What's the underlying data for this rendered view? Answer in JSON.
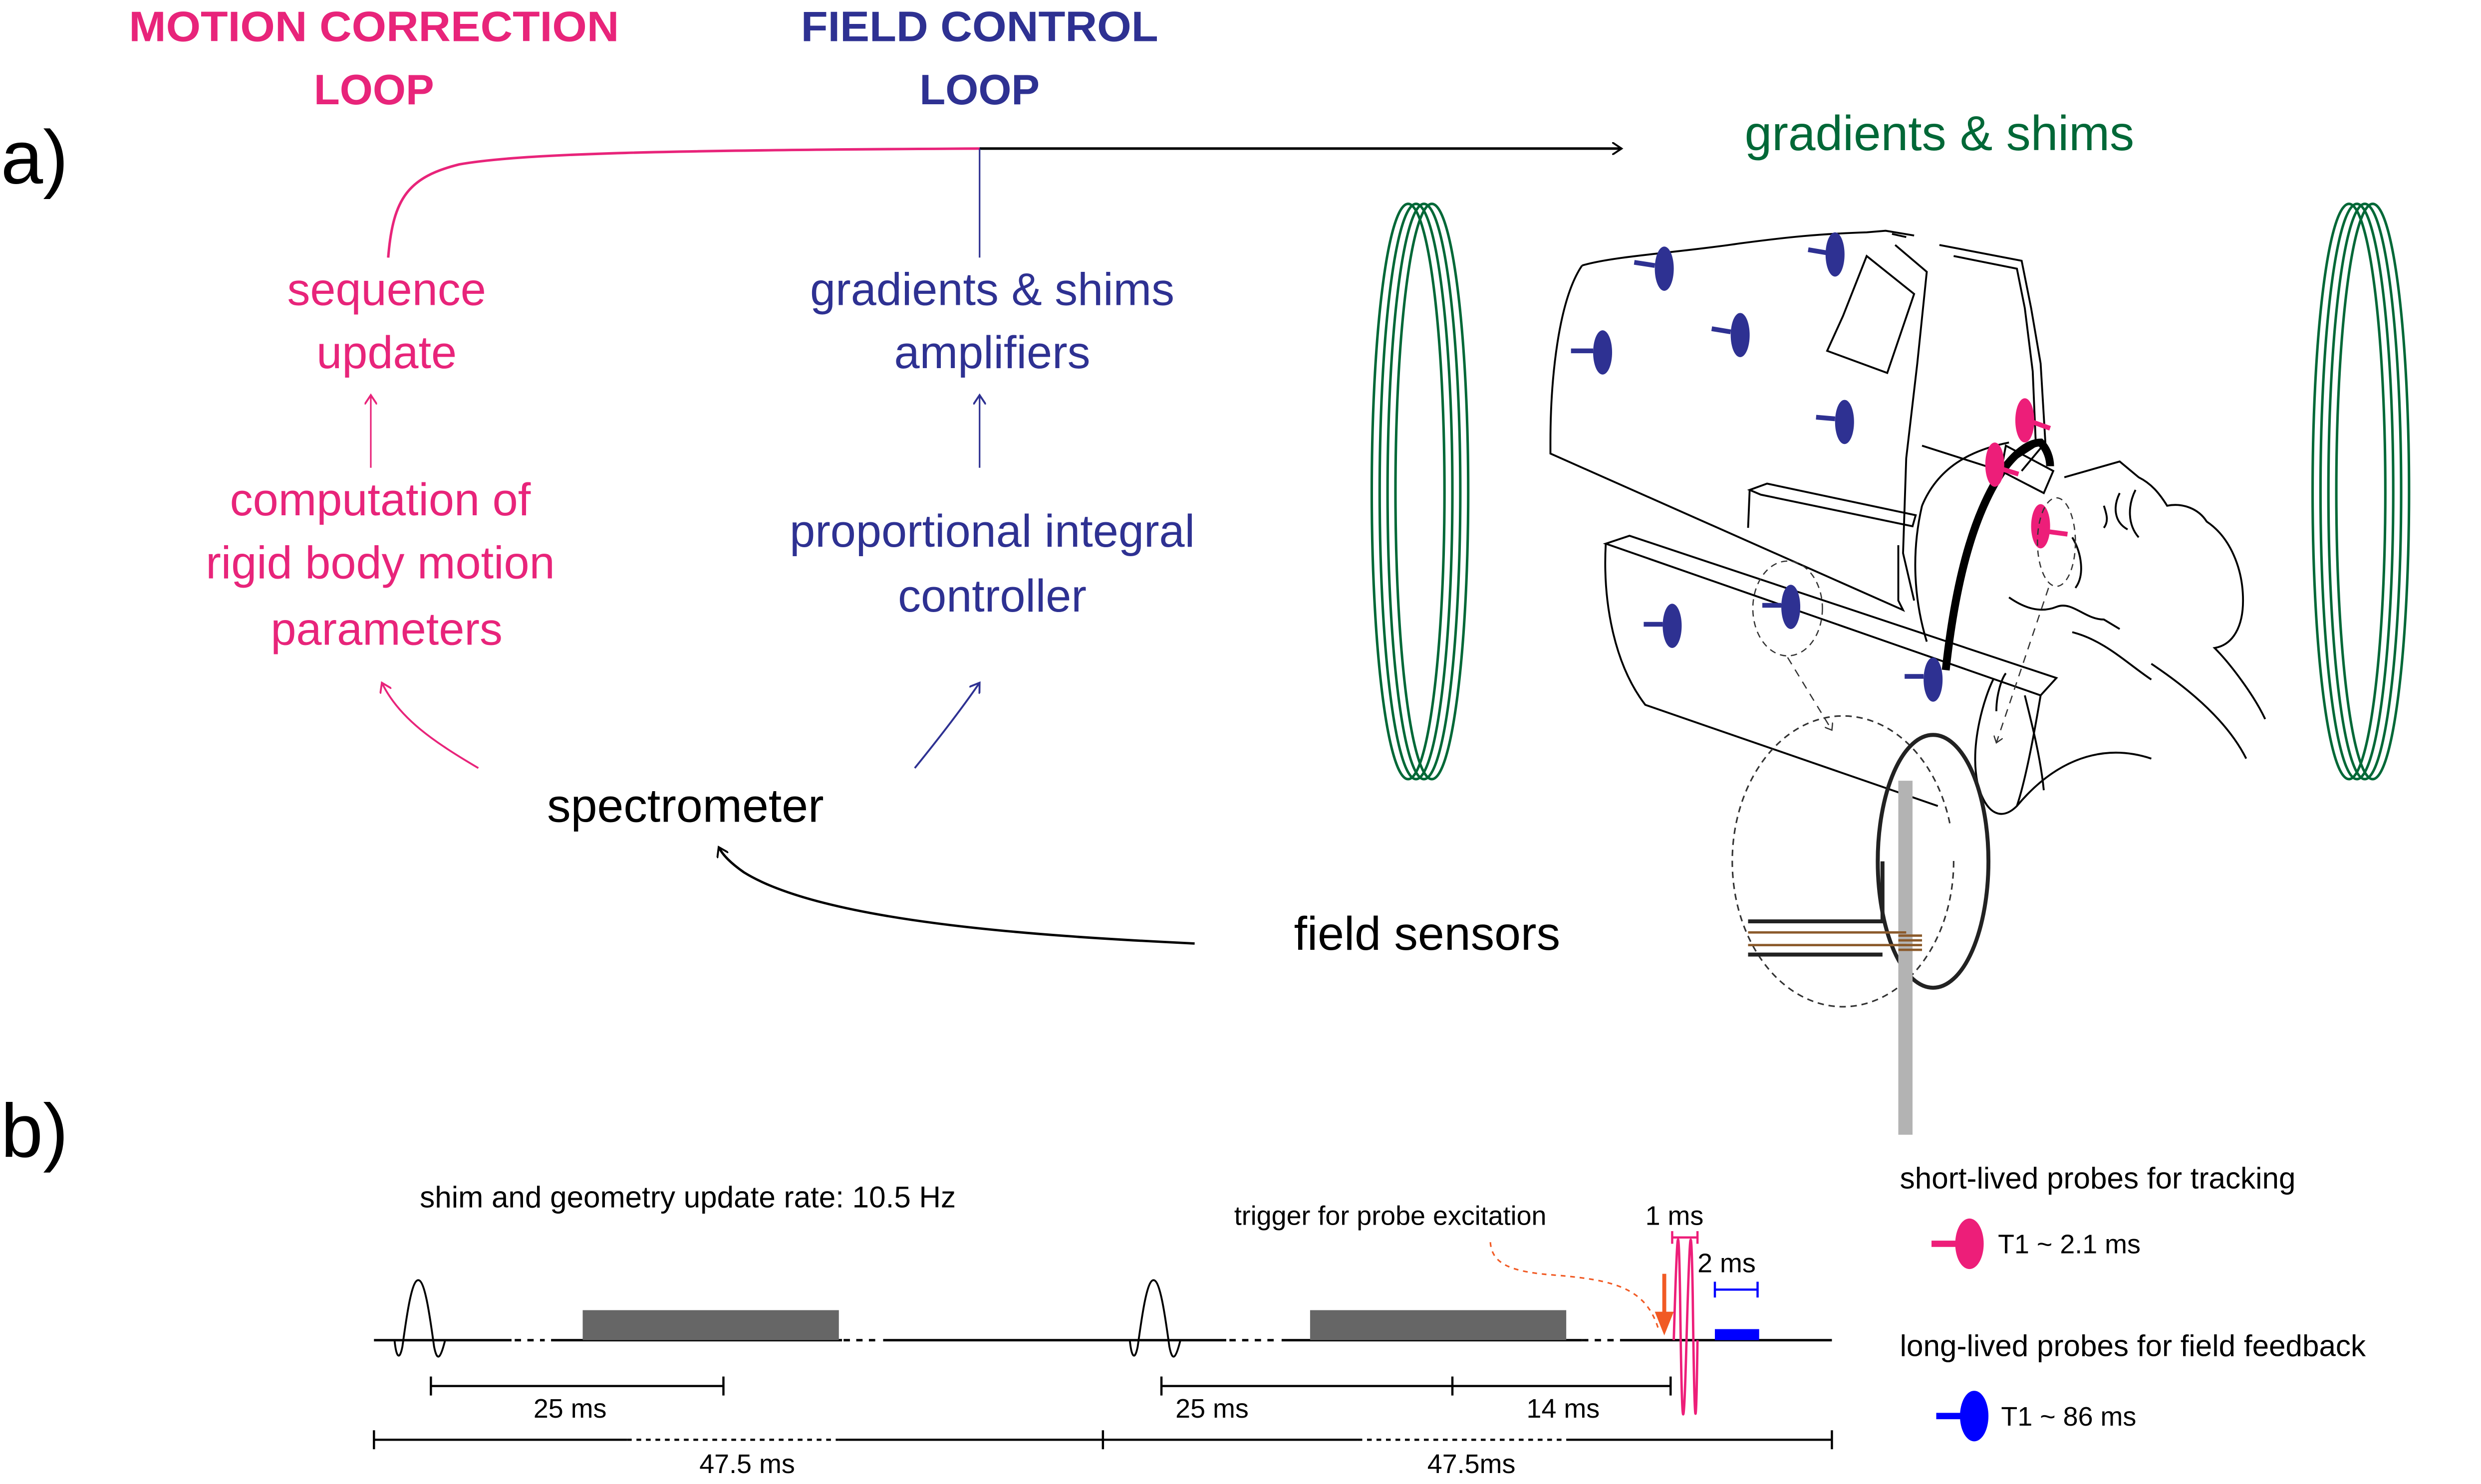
{
  "colors": {
    "motion": "#e8247a",
    "field": "#2e3192",
    "gradients": "#006837",
    "black": "#000000",
    "readout_bar": "#666666",
    "trigger": "#f15a24",
    "short_probe": "#ed1e79",
    "long_probe": "#0000ff",
    "coil_wire": "#8b5a2b",
    "sample": "#b3b3b3"
  },
  "panel_a": {
    "label": "a)",
    "motion_loop_title": [
      "MOTION CORRECTION",
      "LOOP"
    ],
    "field_loop_title": [
      "FIELD CONTROL",
      "LOOP"
    ],
    "gradients_label": "gradients & shims",
    "sequence_update": [
      "sequence",
      "update"
    ],
    "computation": [
      "computation of",
      "rigid body motion",
      "parameters"
    ],
    "amplifiers": [
      "gradients & shims",
      "amplifiers"
    ],
    "controller": [
      "proportional integral",
      "controller"
    ],
    "spectrometer": "spectrometer",
    "field_sensors": "field sensors"
  },
  "panel_b": {
    "label": "b)",
    "update_rate": "shim and geometry update rate: 10.5 Hz",
    "trigger_label": "trigger for probe excitation",
    "dur_short_probe": "1 ms",
    "dur_long_probe": "2 ms",
    "first_interval": "25 ms",
    "second_interval_a": "25 ms",
    "second_interval_b": "14 ms",
    "period_1": "47.5 ms",
    "period_2": "47.5ms"
  },
  "legend": {
    "short_title": "short-lived probes for tracking",
    "short_t1": "T1 ~ 2.1 ms",
    "long_title": "long-lived probes for field feedback",
    "long_t1": "T1 ~ 86 ms"
  }
}
